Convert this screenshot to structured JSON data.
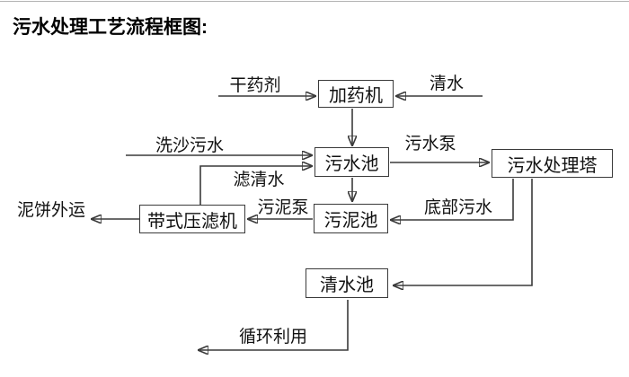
{
  "title": "污水处理工艺流程框图:",
  "nodes": {
    "dosing_machine": {
      "label": "加药机"
    },
    "sewage_pool": {
      "label": "污水池"
    },
    "treatment_tower": {
      "label": "污水处理塔"
    },
    "sludge_pool": {
      "label": "污泥池"
    },
    "belt_filter_press": {
      "label": "带式压滤机"
    },
    "clean_water_pool": {
      "label": "清水池"
    }
  },
  "flow_labels": {
    "dry_agent": "干药剂",
    "clean_water": "清水",
    "sand_washing_sewage": "洗沙污水",
    "sewage_pump": "污水泵",
    "filtered_water": "滤清水",
    "bottom_sewage": "底部污水",
    "sludge_pump": "污泥泵",
    "mud_cake_out": "泥饼外运",
    "recycle_use": "循环利用"
  },
  "colors": {
    "line": "#3a3a3a",
    "arrow": "#1a1a1a",
    "box_border": "#3a3a3a",
    "text": "#111111",
    "background": "#ffffff",
    "top_rule": "#b3b3b3"
  }
}
